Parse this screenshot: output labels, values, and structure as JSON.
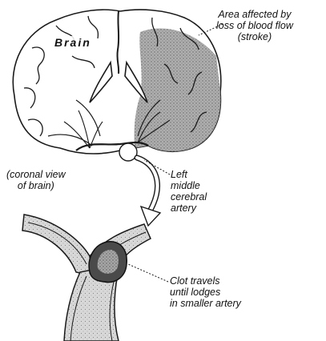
{
  "labels": {
    "brain": "Brain",
    "stroke_area": [
      "Area affected by",
      "loss of blood flow",
      "(stroke)"
    ],
    "coronal": [
      "(coronal view",
      "of brain)"
    ],
    "mca": [
      "Left",
      "middle",
      "cerebral",
      "artery"
    ],
    "clot": [
      "Clot travels",
      "until lodges",
      "in smaller artery"
    ]
  },
  "colors": {
    "ink": "#1a1a1a",
    "stroke_shading": "#8a8a8a",
    "vessel_shading": "#b5b5b5"
  }
}
